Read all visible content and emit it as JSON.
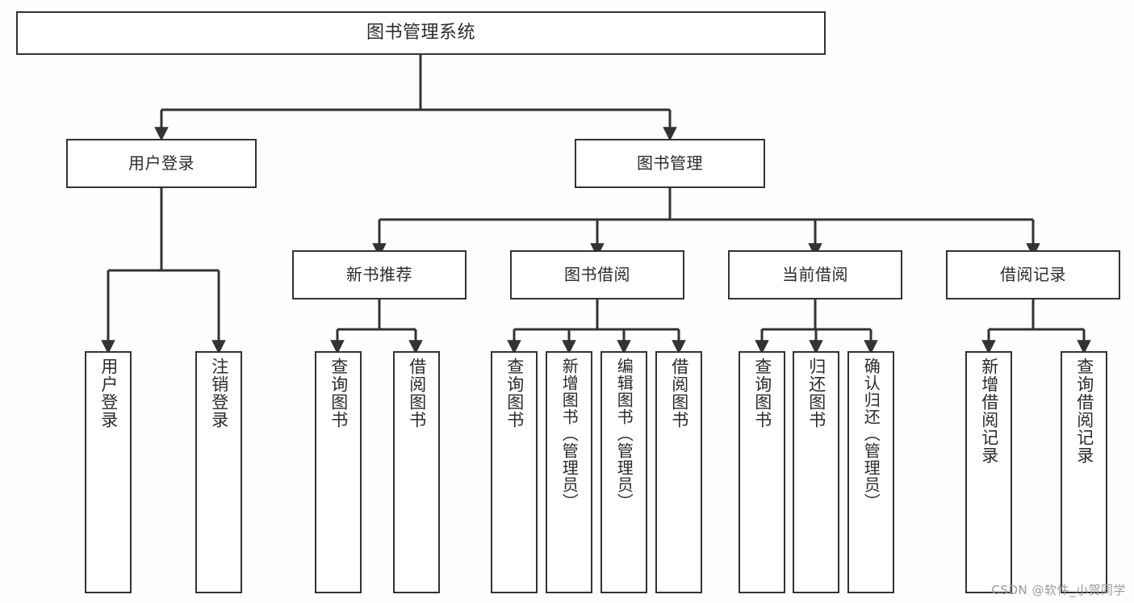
{
  "diagram": {
    "title_node": "图书管理系统",
    "watermark": "CSDN @软件_小贺同学",
    "colors": {
      "background": "#fefefe",
      "box_border": "#333333",
      "box_fill": "#ffffff",
      "connector": "#333333",
      "text": "#2b2b2b",
      "watermark": "#9b9b9b"
    },
    "tier1": [
      {
        "id": "user-login",
        "label": "用户登录"
      },
      {
        "id": "book-management",
        "label": "图书管理"
      }
    ],
    "tier2": [
      {
        "id": "new-book-recommend",
        "label": "新书推荐"
      },
      {
        "id": "book-borrow",
        "label": "图书借阅"
      },
      {
        "id": "current-borrow",
        "label": "当前借阅"
      },
      {
        "id": "borrow-record",
        "label": "借阅记录"
      }
    ],
    "leaves": {
      "user_login": [
        {
          "id": "leaf-user-login",
          "label": "用户登录"
        },
        {
          "id": "leaf-logout-login",
          "label": "注销登录"
        }
      ],
      "new_book_recommend": [
        {
          "id": "leaf-query-book-1",
          "label": "查询图书"
        },
        {
          "id": "leaf-borrow-book-1",
          "label": "借阅图书"
        }
      ],
      "book_borrow": [
        {
          "id": "leaf-query-book-2",
          "label": "查询图书"
        },
        {
          "id": "leaf-add-book",
          "label": "新增图书（管理员）"
        },
        {
          "id": "leaf-edit-book",
          "label": "编辑图书（管理员）"
        },
        {
          "id": "leaf-borrow-book-2",
          "label": "借阅图书"
        }
      ],
      "current_borrow": [
        {
          "id": "leaf-query-book-3",
          "label": "查询图书"
        },
        {
          "id": "leaf-return-book",
          "label": "归还图书"
        },
        {
          "id": "leaf-confirm-return",
          "label": "确认归还（管理员）"
        }
      ],
      "borrow_record": [
        {
          "id": "leaf-add-record",
          "label": "新增借阅记录"
        },
        {
          "id": "leaf-query-record",
          "label": "查询借阅记录"
        }
      ]
    }
  }
}
